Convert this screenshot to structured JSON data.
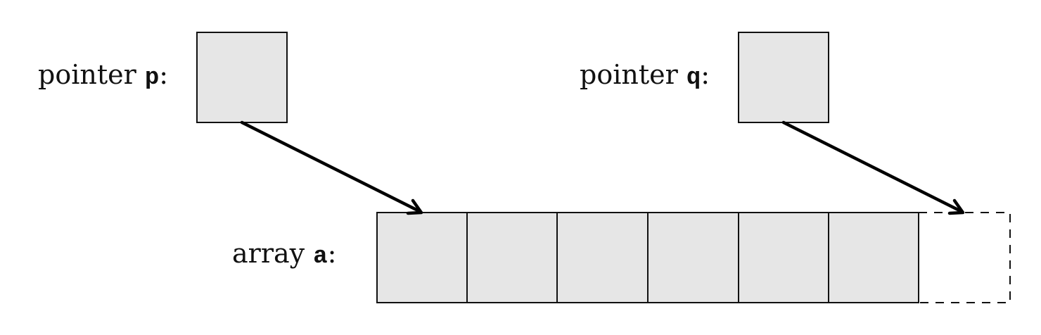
{
  "diagram": {
    "pointers": [
      {
        "label_prefix": "pointer ",
        "name": "p",
        "suffix": ":",
        "target": "a[0]"
      },
      {
        "label_prefix": "pointer ",
        "name": "q",
        "suffix": ":",
        "target": "a[6] (one past end)"
      }
    ],
    "array": {
      "label_prefix": "array ",
      "name": "a",
      "suffix": ":",
      "cells": 6,
      "past_end_cell": "dashed"
    },
    "colors": {
      "cell_fill": "#e6e6e6",
      "stroke": "#111111"
    }
  }
}
